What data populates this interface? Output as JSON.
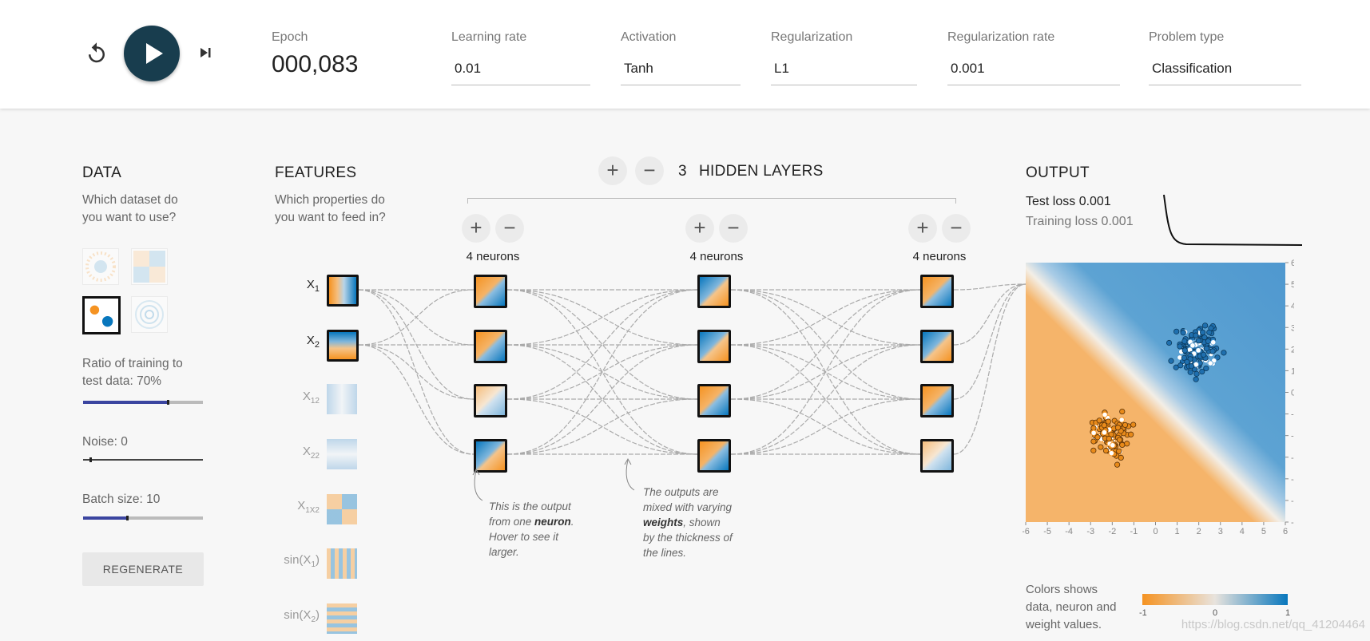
{
  "controls": {
    "reset_icon": "reset-icon",
    "play_icon": "play-icon",
    "step_icon": "step-icon"
  },
  "epoch": {
    "label": "Epoch",
    "value": "000,083"
  },
  "params": {
    "learning_rate": {
      "label": "Learning rate",
      "value": "0.01"
    },
    "activation": {
      "label": "Activation",
      "value": "Tanh"
    },
    "regularization": {
      "label": "Regularization",
      "value": "L1"
    },
    "regularization_rate": {
      "label": "Regularization rate",
      "value": "0.001"
    },
    "problem_type": {
      "label": "Problem type",
      "value": "Classification"
    }
  },
  "data_panel": {
    "title": "DATA",
    "subtitle_1": "Which dataset do",
    "subtitle_2": "you want to use?",
    "ratio_label_1": "Ratio of training to",
    "ratio_label_2": "test data:  70%",
    "ratio_value": 0.7,
    "noise_label": "Noise:  0",
    "noise_value": 0,
    "batch_label": "Batch size:  10",
    "batch_value": 10,
    "regenerate_label": "REGENERATE"
  },
  "features_panel": {
    "title": "FEATURES",
    "subtitle_1": "Which properties do",
    "subtitle_2": "you want to feed in?",
    "features": [
      {
        "base": "X",
        "sub": "1",
        "active": true
      },
      {
        "base": "X",
        "sub": "2",
        "active": true
      },
      {
        "base": "X",
        "sub": "12",
        "active": false
      },
      {
        "base": "X",
        "sub": "22",
        "active": false
      },
      {
        "base": "X",
        "sub": "1X2",
        "active": false
      },
      {
        "base": "sin(X",
        "sub": "1",
        "tail": ")",
        "active": false
      },
      {
        "base": "sin(X",
        "sub": "2",
        "tail": ")",
        "active": false
      }
    ]
  },
  "network": {
    "add_layer": "+",
    "remove_layer": "−",
    "layer_count": "3",
    "layers_label": "HIDDEN LAYERS",
    "layers": [
      {
        "neurons_label": "4 neurons",
        "add": "+",
        "remove": "−"
      },
      {
        "neurons_label": "4 neurons",
        "add": "+",
        "remove": "−"
      },
      {
        "neurons_label": "4 neurons",
        "add": "+",
        "remove": "−"
      }
    ],
    "note_neuron": {
      "line1": "This is the output",
      "line2_pre": "from one ",
      "line2_bold": "neuron",
      "line2_post": ".",
      "line3": "Hover to see it",
      "line4": "larger."
    },
    "note_weights": {
      "line1": "The outputs are",
      "line2": "mixed with varying",
      "line3_bold": "weights",
      "line3_post": ", shown",
      "line4": "by the thickness of",
      "line5": "the lines."
    }
  },
  "output_panel": {
    "title": "OUTPUT",
    "test_loss": "Test loss 0.001",
    "training_loss": "Training loss 0.001",
    "axis_ticks": [
      "-6",
      "-5",
      "-4",
      "-3",
      "-2",
      "-1",
      "0",
      "1",
      "2",
      "3",
      "4",
      "5",
      "6"
    ],
    "legend_text_1": "Colors shows",
    "legend_text_2": "data, neuron and",
    "legend_text_3": "weight values.",
    "legend_min": "-1",
    "legend_mid": "0",
    "legend_max": "1"
  },
  "colors": {
    "orange": "#f59322",
    "blue": "#0877bd",
    "play_bg": "#183d4e"
  },
  "watermark": "https://blog.csdn.net/qq_41204464"
}
